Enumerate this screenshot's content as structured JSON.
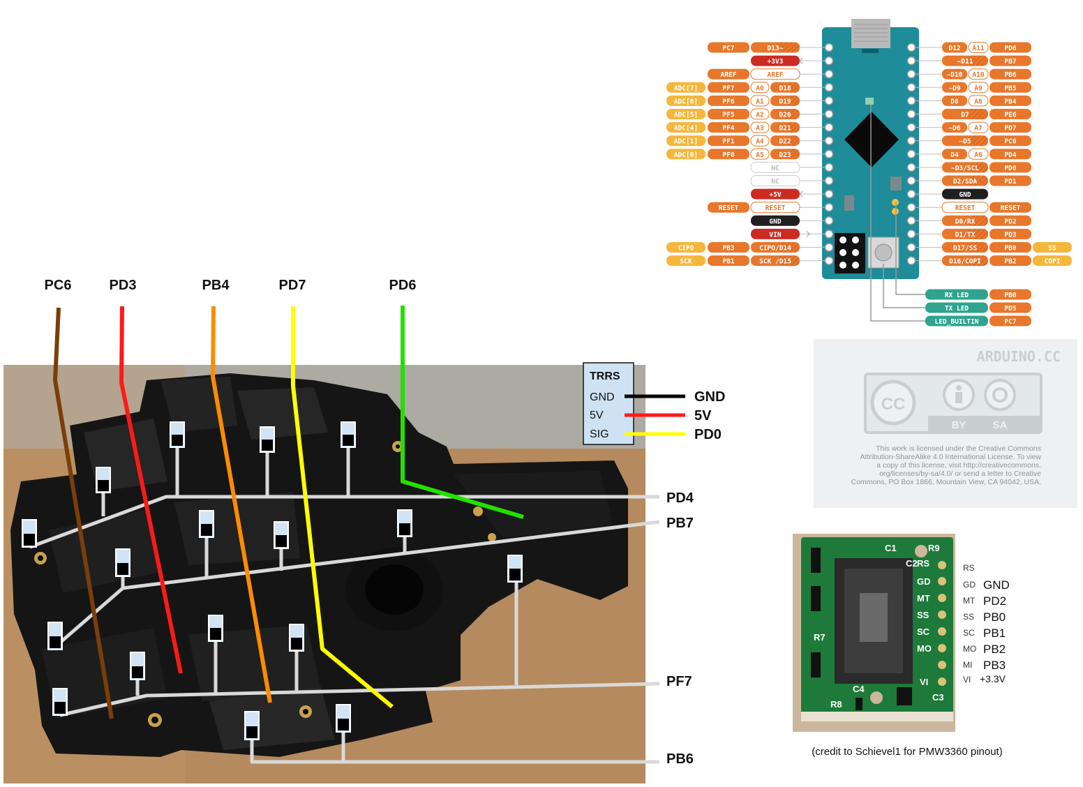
{
  "wire_labels": {
    "columns": [
      "PC6",
      "PD3",
      "PB4",
      "PD7",
      "PD6"
    ],
    "rows": [
      "PD4",
      "PB7",
      "PF7",
      "PB6"
    ]
  },
  "colors": {
    "PC6": "#7a3e0a",
    "PD3": "#ff1a1a",
    "PB4": "#ff8c00",
    "PD7": "#ffff00",
    "PD6": "#22e000",
    "row_wire": "#d9d9d9",
    "pin_orange": "#e8772b",
    "pin_yellow": "#f4b73b",
    "pin_red": "#cc2b22",
    "pin_black": "#1f1f1f",
    "pin_teal": "#2fa38f",
    "board_teal": "#1e8c99"
  },
  "trrs": {
    "title": "TRRS",
    "rows": [
      {
        "name": "GND",
        "pin": "GND",
        "color": "#000000"
      },
      {
        "name": "5V",
        "pin": "5V",
        "color": "#ff1a1a"
      },
      {
        "name": "SIG",
        "pin": "PD0",
        "color": "#ffff00"
      }
    ]
  },
  "pinout": {
    "left": [
      {
        "port": "PC7",
        "pin": "D13~"
      },
      {
        "pin": "+3V3",
        "power": true
      },
      {
        "port": "AREF",
        "pin": "AREF"
      },
      {
        "adc": "ADC[7]",
        "port": "PF7",
        "ana": "A0",
        "pin": "D18"
      },
      {
        "adc": "ADC[6]",
        "port": "PF6",
        "ana": "A1",
        "pin": "D19"
      },
      {
        "adc": "ADC[5]",
        "port": "PF5",
        "ana": "A2",
        "pin": "D20"
      },
      {
        "adc": "ADC[4]",
        "port": "PF4",
        "ana": "A3",
        "pin": "D21"
      },
      {
        "adc": "ADC[1]",
        "port": "PF1",
        "ana": "A4",
        "pin": "D22"
      },
      {
        "adc": "ADC[0]",
        "port": "PF0",
        "ana": "A5",
        "pin": "D23"
      },
      {
        "pin": "NC",
        "nc": true
      },
      {
        "pin": "NC",
        "nc": true
      },
      {
        "pin": "+5V",
        "power": true
      },
      {
        "port": "RESET",
        "pin": "RESET"
      },
      {
        "pin": "GND",
        "gnd": true
      },
      {
        "pin": "VIN",
        "power": true
      },
      {
        "spi": "CIPO",
        "port": "PB3",
        "pin": "CIPO/D14"
      },
      {
        "spi": "SCK",
        "port": "PB1",
        "pin": "SCK /D15"
      }
    ],
    "right": [
      {
        "pin": "D12",
        "ana": "A11",
        "port": "PD6"
      },
      {
        "pin": "~D11",
        "port": "PB7"
      },
      {
        "pin": "~D10",
        "ana": "A10",
        "port": "PB6"
      },
      {
        "pin": "~D9",
        "ana": "A9",
        "port": "PB5"
      },
      {
        "pin": "D8",
        "ana": "A8",
        "port": "PB4"
      },
      {
        "pin": "D7",
        "port": "PE6"
      },
      {
        "pin": "~D6",
        "ana": "A7",
        "port": "PD7"
      },
      {
        "pin": "~D5",
        "port": "PC6"
      },
      {
        "pin": "D4",
        "ana": "A6",
        "port": "PD4"
      },
      {
        "pin": "~D3/SCL",
        "port": "PD0"
      },
      {
        "pin": "D2/SDA",
        "port": "PD1"
      },
      {
        "pin": "GND",
        "gnd": true
      },
      {
        "pin": "RESET",
        "port": "RESET"
      },
      {
        "pin": "D0/RX",
        "port": "PD2"
      },
      {
        "pin": "D1/TX",
        "port": "PD3"
      },
      {
        "pin": "D17/SS",
        "port": "PB0",
        "spi": "SS"
      },
      {
        "pin": "D16/COPI",
        "port": "PB2",
        "spi": "COPI"
      }
    ],
    "leds": [
      {
        "pin": "RX LED",
        "port": "PB0"
      },
      {
        "pin": "TX LED",
        "port": "PD5"
      },
      {
        "pin": "LED_BUILTIN",
        "port": "PC7"
      }
    ]
  },
  "license": {
    "brand": "ARDUINO.CC",
    "by": "BY",
    "sa": "SA",
    "cc": "CC",
    "lines": [
      "This work is licensed under the Creative Commons",
      "Attribution-ShareAlike 4.0 International License. To view",
      "a copy of this license, visit http://creativecommons.",
      "org/licenses/by-sa/4.0/ or send a letter to Creative",
      "Commons, PO Box 1866, Mountain View, CA 94042, USA."
    ]
  },
  "sensor": {
    "board_labels": [
      "C1",
      "C2",
      "R9",
      "RS",
      "GD",
      "MT",
      "SS",
      "SC",
      "MO",
      "VI",
      "R7",
      "C4",
      "R8",
      "C3"
    ],
    "pins": [
      {
        "abbr": "RS",
        "name": ""
      },
      {
        "abbr": "GD",
        "name": "GND"
      },
      {
        "abbr": "MT",
        "name": "PD2"
      },
      {
        "abbr": "SS",
        "name": "PB0"
      },
      {
        "abbr": "SC",
        "name": "PB1"
      },
      {
        "abbr": "MO",
        "name": "PB2"
      },
      {
        "abbr": "MI",
        "name": "PB3"
      },
      {
        "abbr": "VI",
        "name": "+3.3V"
      }
    ],
    "credit": "(credit to Schievel1 for PMW3360 pinout)"
  }
}
